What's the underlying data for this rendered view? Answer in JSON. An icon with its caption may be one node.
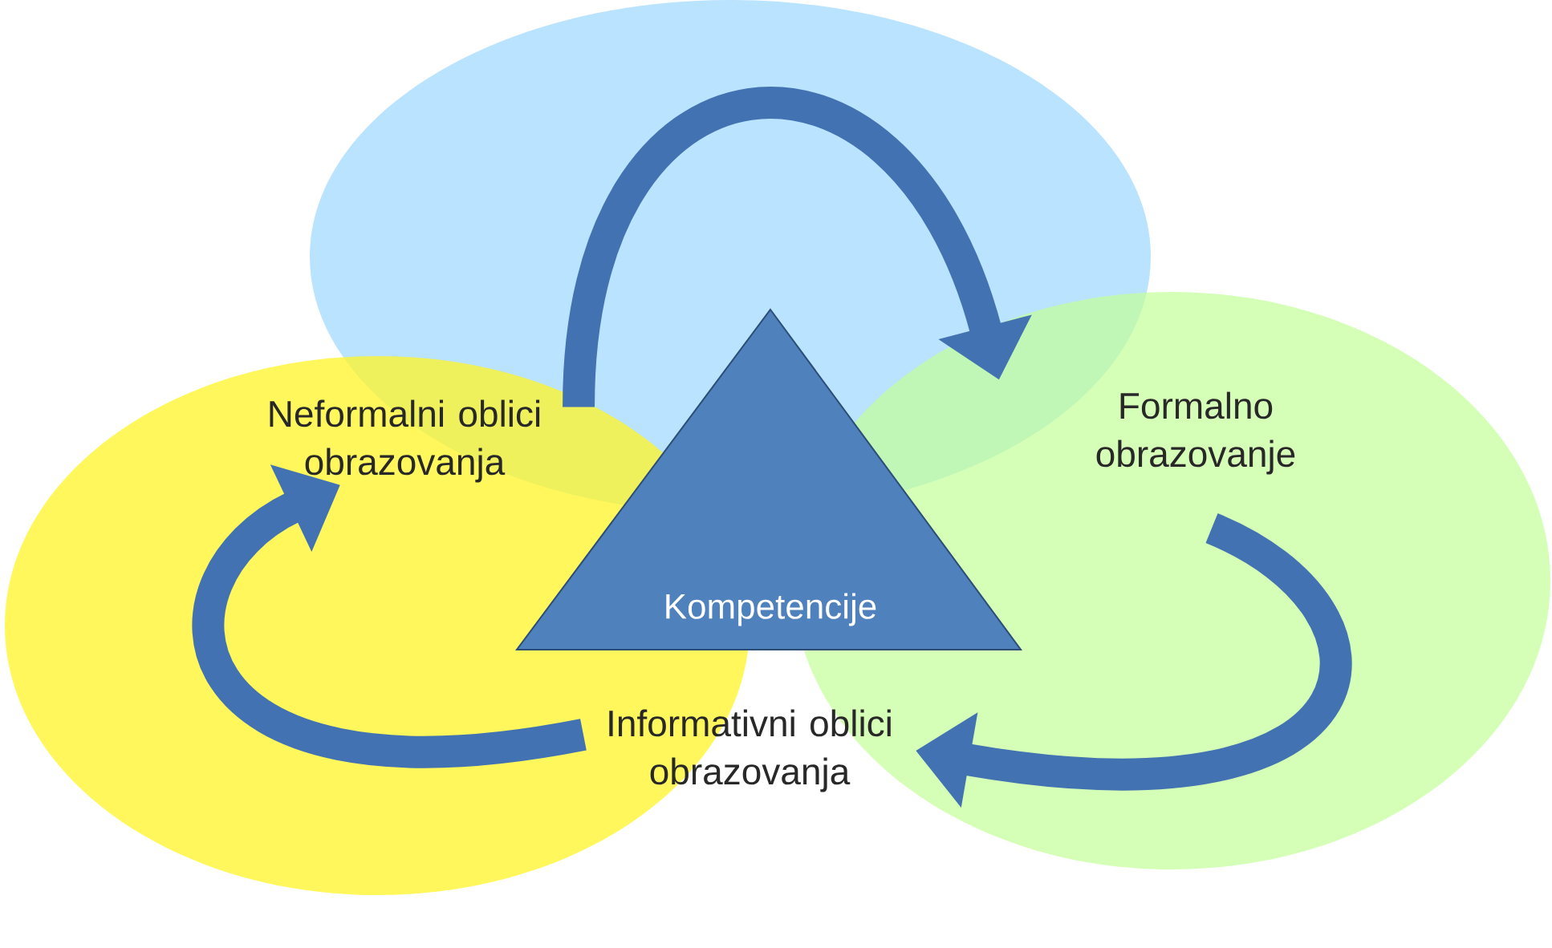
{
  "diagram": {
    "nodes": [
      {
        "text": [
          "Kompetencije"
        ]
      },
      {
        "text": [
          "Neformalni oblici obrazovanja"
        ]
      },
      {
        "text": [
          "Formalno obrazovanje"
        ]
      },
      {
        "text": [
          "Informativni oblici obrazovanja"
        ]
      }
    ],
    "edges": [
      {
        "from": 1,
        "to": 2,
        "arrow": "to"
      },
      {
        "from": 2,
        "to": 3,
        "arrow": "to"
      },
      {
        "from": 3,
        "to": 1,
        "arrow": "to"
      }
    ]
  }
}
